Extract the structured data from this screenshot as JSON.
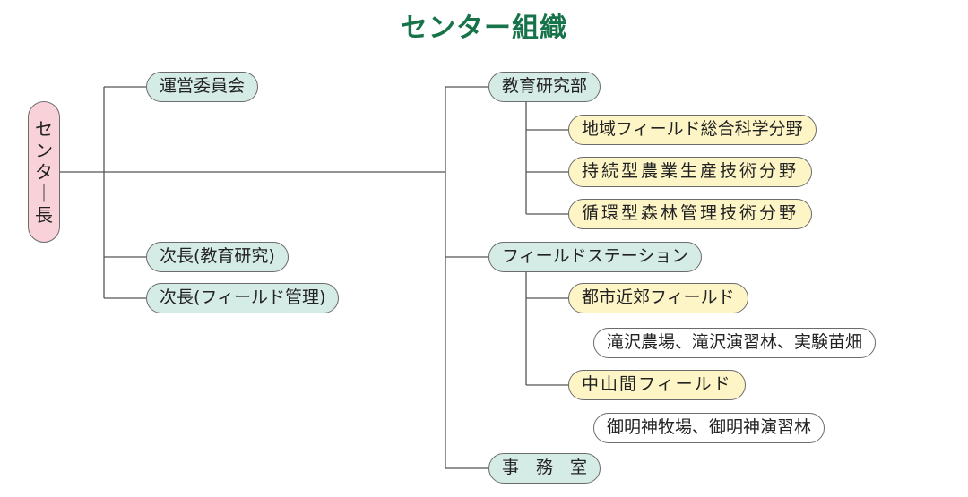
{
  "title": "センター組織",
  "head": "センター長",
  "left_branches": {
    "committee": "運営委員会",
    "deputy_education": "次長(教育研究)",
    "deputy_field": "次長(フィールド管理)"
  },
  "education_dept": {
    "label": "教育研究部",
    "fields": [
      "地域フィールド総合科学分野",
      "持続型農業生産技術分野",
      "循環型森林管理技術分野"
    ]
  },
  "field_station": {
    "label": "フィールドステーション",
    "suburban": {
      "label": "都市近郊フィールド",
      "sites": "滝沢農場、滝沢演習林、実験苗畑"
    },
    "mountain": {
      "label": "中山間フィールド",
      "sites": "御明神牧場、御明神演習林"
    }
  },
  "office": "事　務　室",
  "colors": {
    "title": "#17734a",
    "teal": "#d5ebe6",
    "yellow": "#fdf5c6",
    "pink": "#f8d2d8",
    "line": "#555555"
  }
}
